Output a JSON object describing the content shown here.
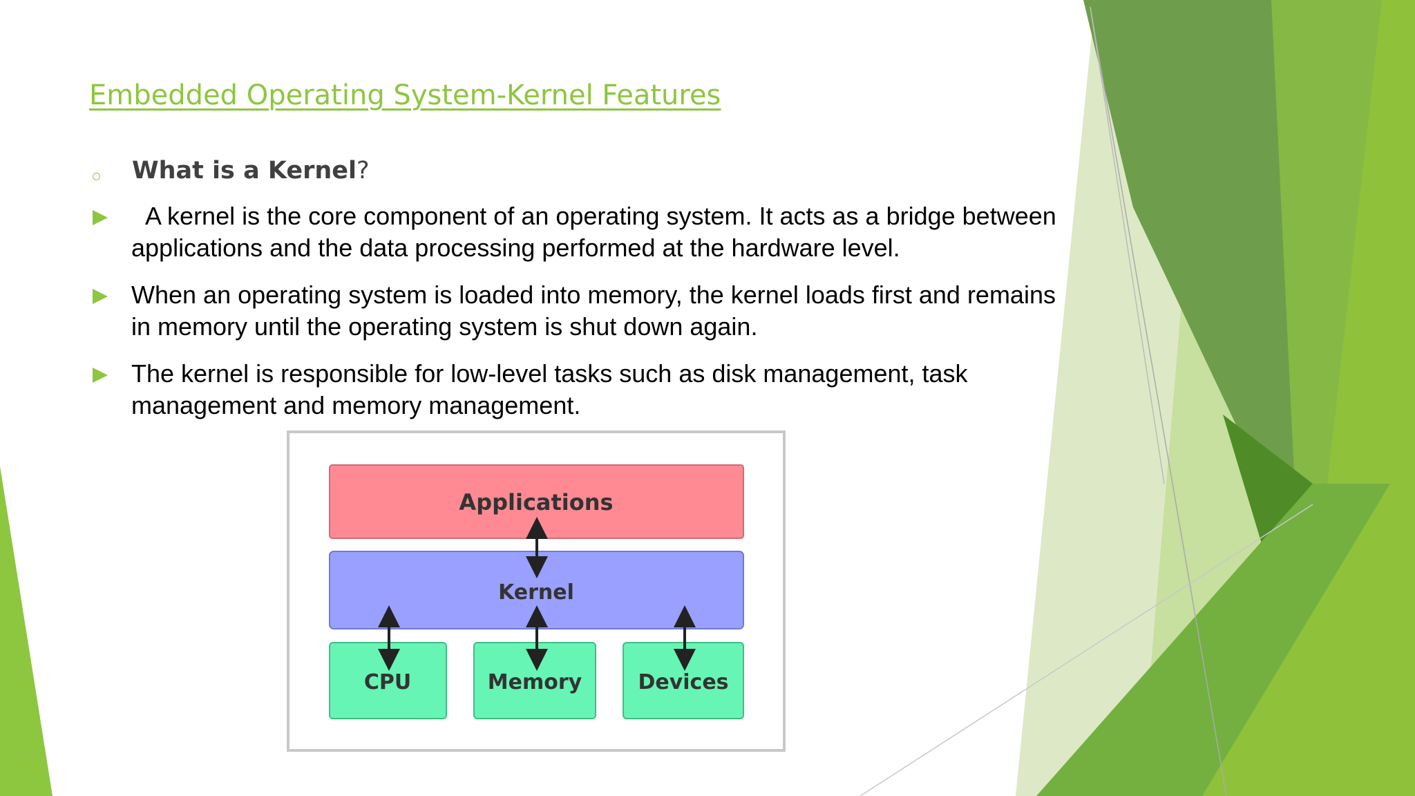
{
  "slide": {
    "title": "Embedded Operating System-Kernel Features",
    "question": {
      "bold": "What is a Kernel",
      "mark": "?"
    },
    "bullets": [
      "  A kernel is the core component of an operating system. It acts as a bridge between applications and the data processing performed at the hardware level.",
      "When an operating system is loaded into memory, the kernel loads first and remains in memory until the operating system is shut down again.",
      "The kernel is responsible for low-level tasks such as disk management, task management and memory management."
    ]
  },
  "diagram": {
    "applications": "Applications",
    "kernel": "Kernel",
    "cpu": "CPU",
    "memory": "Memory",
    "devices": "Devices"
  },
  "colors": {
    "accent_green": "#8dc63f",
    "applications_box": "#ff8a93",
    "kernel_box": "#99a0ff",
    "hardware_box": "#66f5b4"
  }
}
